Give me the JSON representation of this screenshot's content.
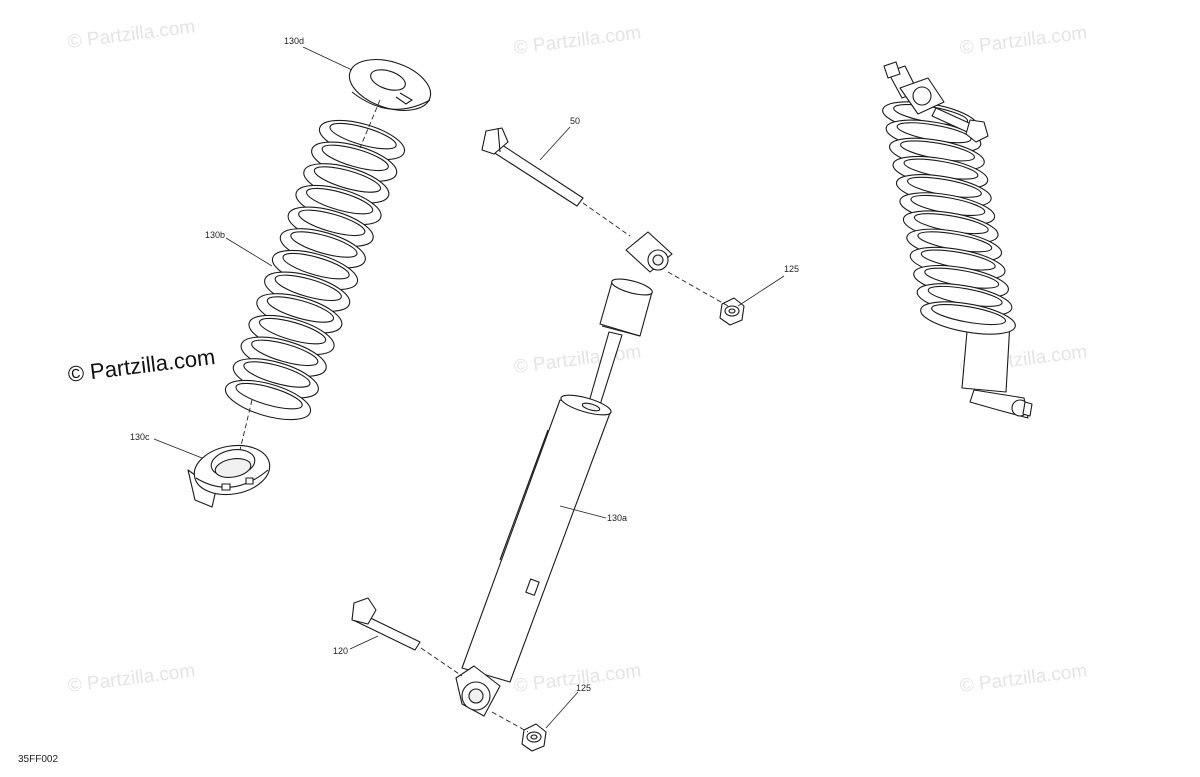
{
  "watermark": {
    "text": "© Partzilla.com",
    "main_text": "© Partzilla.com"
  },
  "diagram": {
    "drawing_id": "35FF002",
    "callouts": [
      {
        "id": "130d",
        "text": "130d"
      },
      {
        "id": "130b",
        "text": "130b"
      },
      {
        "id": "130c",
        "text": "130c"
      },
      {
        "id": "50",
        "text": "50"
      },
      {
        "id": "125-top",
        "text": "125"
      },
      {
        "id": "130a",
        "text": "130a"
      },
      {
        "id": "120",
        "text": "120"
      },
      {
        "id": "125-bottom",
        "text": "125"
      }
    ]
  }
}
